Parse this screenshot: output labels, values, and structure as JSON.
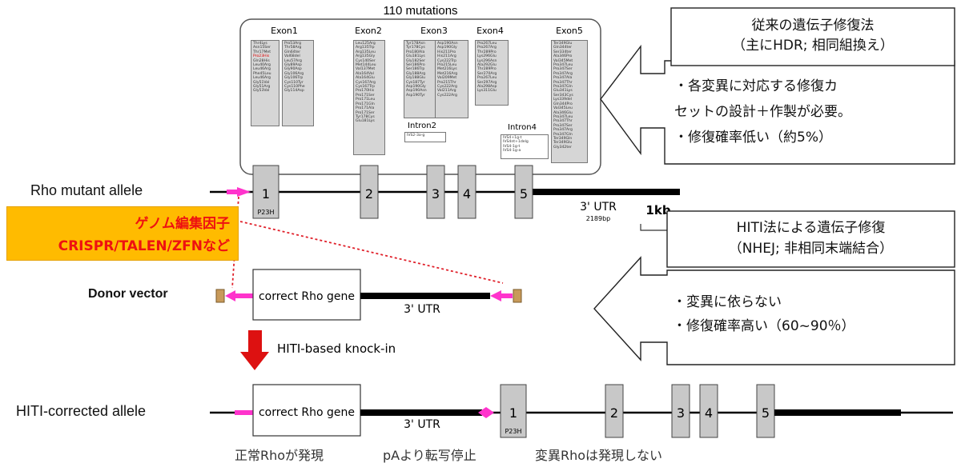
{
  "mutations_title": "110 mutations",
  "exons": {
    "exon1": {
      "label": "Exon1",
      "col_a": [
        "Thr4Lys",
        "Asn15Ser",
        "Thr17Met",
        "Pro23His",
        "Gln28His",
        "Leu40Arg",
        "Leu46Arg",
        "Phe45Leu",
        "Leu46Arg",
        "Gly51Val",
        "Gly51Arg",
        "Gly53Val"
      ],
      "col_b": [
        "Pro53Arg",
        "Thr58Arg",
        "Gln64ter",
        "Val68del",
        "Leu57Arg",
        "Gly89Asp",
        "Gly90Asp",
        "Gly106Arg",
        "Gly106Trp",
        "Cys110Tyr",
        "Cys110Phe",
        "Gly114Asp"
      ],
      "highlight": "Pro23His"
    },
    "exon2": {
      "label": "Exon2",
      "items": [
        "Leu125Arg",
        "Arg135Trp",
        "Arg135Leu",
        "Arg135Gly",
        "Cys140Ser",
        "Met144Leu",
        "Val137Met",
        "Ala164Val",
        "Ala164Glu",
        "Cys167Arg",
        "Cys167Trp",
        "Pro170His",
        "Pro171Ser",
        "Pro171Leu",
        "Pro171Gln",
        "Pro171Ala",
        "Pro171Ser",
        "Tyr178Cys",
        "Glu181Lys"
      ]
    },
    "exon3": {
      "label": "Exon3",
      "col_a": [
        "Tyr178Asn",
        "Tyr178Cys",
        "Pro180Ala",
        "Glu181Lys",
        "Gly182Ser",
        "Ser186Pro",
        "Ser186Trp",
        "Gly188Arg",
        "Gly188Glu",
        "Cys187Tyr",
        "Asp190Gly",
        "Asp190Asn",
        "Asp190Tyr"
      ],
      "col_b": [
        "Asp190Asn",
        "Asp190Gly",
        "His211Pro",
        "His211Arg",
        "Cys222Trp",
        "Pro215Leu",
        "Met216Lys",
        "Met216Arg",
        "Val209Met",
        "Pro215Thr",
        "Cys222Arg",
        "Val211Arg",
        "Cys222Arg"
      ]
    },
    "exon4": {
      "label": "Exon4",
      "items": [
        "Pro267Leu",
        "Pro267Arg",
        "Thr289Pro",
        "Lys296Glu",
        "Lys296Asn",
        "Ala292Glu",
        "Thr289Pro",
        "Ser270Arg",
        "Pro267Leu",
        "Ser297Arg",
        "Ala298Asp",
        "Lys311Glu"
      ]
    },
    "exon5": {
      "label": "Exon5",
      "items": [
        "Ter349Glu",
        "Gln344ter",
        "Ser334ter",
        "Ala346Pro",
        "Val345Met",
        "Pro347Leu",
        "Pro347Ser",
        "Pro347Arg",
        "Pro347Ala",
        "Pro347Thr",
        "Pro347Gln",
        "Glu341Lys",
        "Ser343Cys",
        "Lys339del",
        "Gln344Pro",
        "Val345Leu",
        "Ala346Glu",
        "Pro347Leu",
        "Pro347Thr",
        "Pro347Ser",
        "Pro347Arg",
        "Pro347Gln",
        "Ter349Gln",
        "Ter349Glu",
        "Gly342ter"
      ]
    },
    "intron2": {
      "label": "Intron2",
      "items": [
        "IVS2-3a-g"
      ]
    },
    "intron4": {
      "label": "Intron4",
      "items": [
        "IVS4+1g-t",
        "IVS4nt+1delg",
        "IVS4-1g-t",
        "IVS4-1g-a"
      ]
    }
  },
  "mutant_allele": {
    "label": "Rho mutant allele",
    "exon_labels": [
      "1",
      "2",
      "3",
      "4",
      "5"
    ],
    "p23h": "P23H",
    "utr_label": "3' UTR",
    "utr_size": "2189bp",
    "scale_label": "1kb"
  },
  "genome_editing_box": {
    "line1": "ゲノム編集因子",
    "line2": "CRISPR/TALEN/ZFNなど"
  },
  "donor_vector": {
    "label": "Donor vector",
    "gene_box": "correct Rho gene",
    "utr_label": "3' UTR"
  },
  "knockin_arrow_label": "HITI-based knock-in",
  "corrected_allele": {
    "label": "HITI-corrected allele",
    "gene_box": "correct Rho gene",
    "utr_label": "3' UTR",
    "exon_labels": [
      "1",
      "2",
      "3",
      "4",
      "5"
    ],
    "p23h": "P23H"
  },
  "bottom_notes": [
    "正常Rhoが発現",
    "pAより転写停止",
    "変異Rhoは発現しない"
  ],
  "callout_hdr": {
    "title_line1": "従来の遺伝子修復法",
    "title_line2": "（主にHDR; 相同組換え）",
    "bullet1_line1": "・各変異に対応する修復カ",
    "bullet1_line2": "セットの設計＋作製が必要。",
    "bullet2": "・修復確率低い（約5%）"
  },
  "callout_hiti": {
    "title_line1": "HITI法による遺伝子修復",
    "title_line2": "（NHEJ; 非相同末端結合）",
    "bullet1": "・変異に依らない",
    "bullet2": "・修復確率高い（60~90％）"
  },
  "colors": {
    "magenta": "#ff33cc",
    "red_arrow": "#dd1111",
    "orange_box": "#ffbb00",
    "red_text": "#ee1111",
    "exon_fill": "#c8c8c8",
    "cap_fill": "#c89a5a",
    "dotted_red": "#e0202a"
  }
}
